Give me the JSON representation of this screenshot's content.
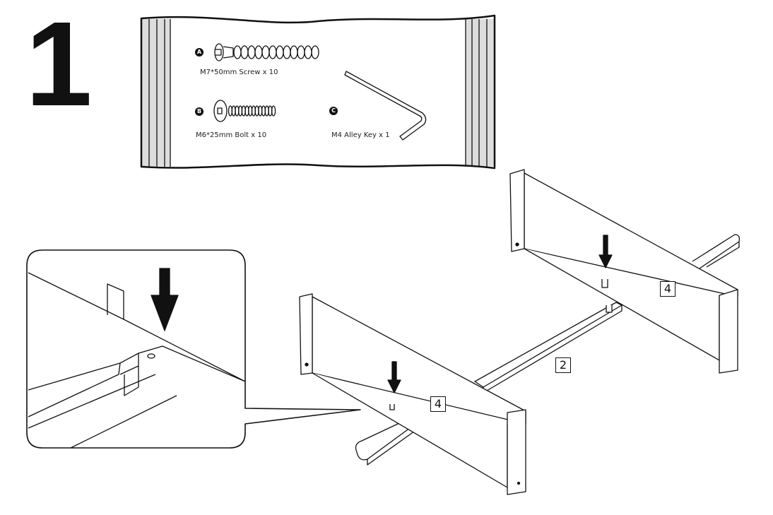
{
  "step_number": "1",
  "hardware": [
    {
      "letter": "A",
      "label": "M7*50mm Screw x 10"
    },
    {
      "letter": "B",
      "label": "M6*25mm Bolt x 10"
    },
    {
      "letter": "C",
      "label": "M4 Alley Key x 1"
    }
  ],
  "part_labels": {
    "left_panel": "4",
    "right_panel": "4",
    "rail": "2"
  }
}
